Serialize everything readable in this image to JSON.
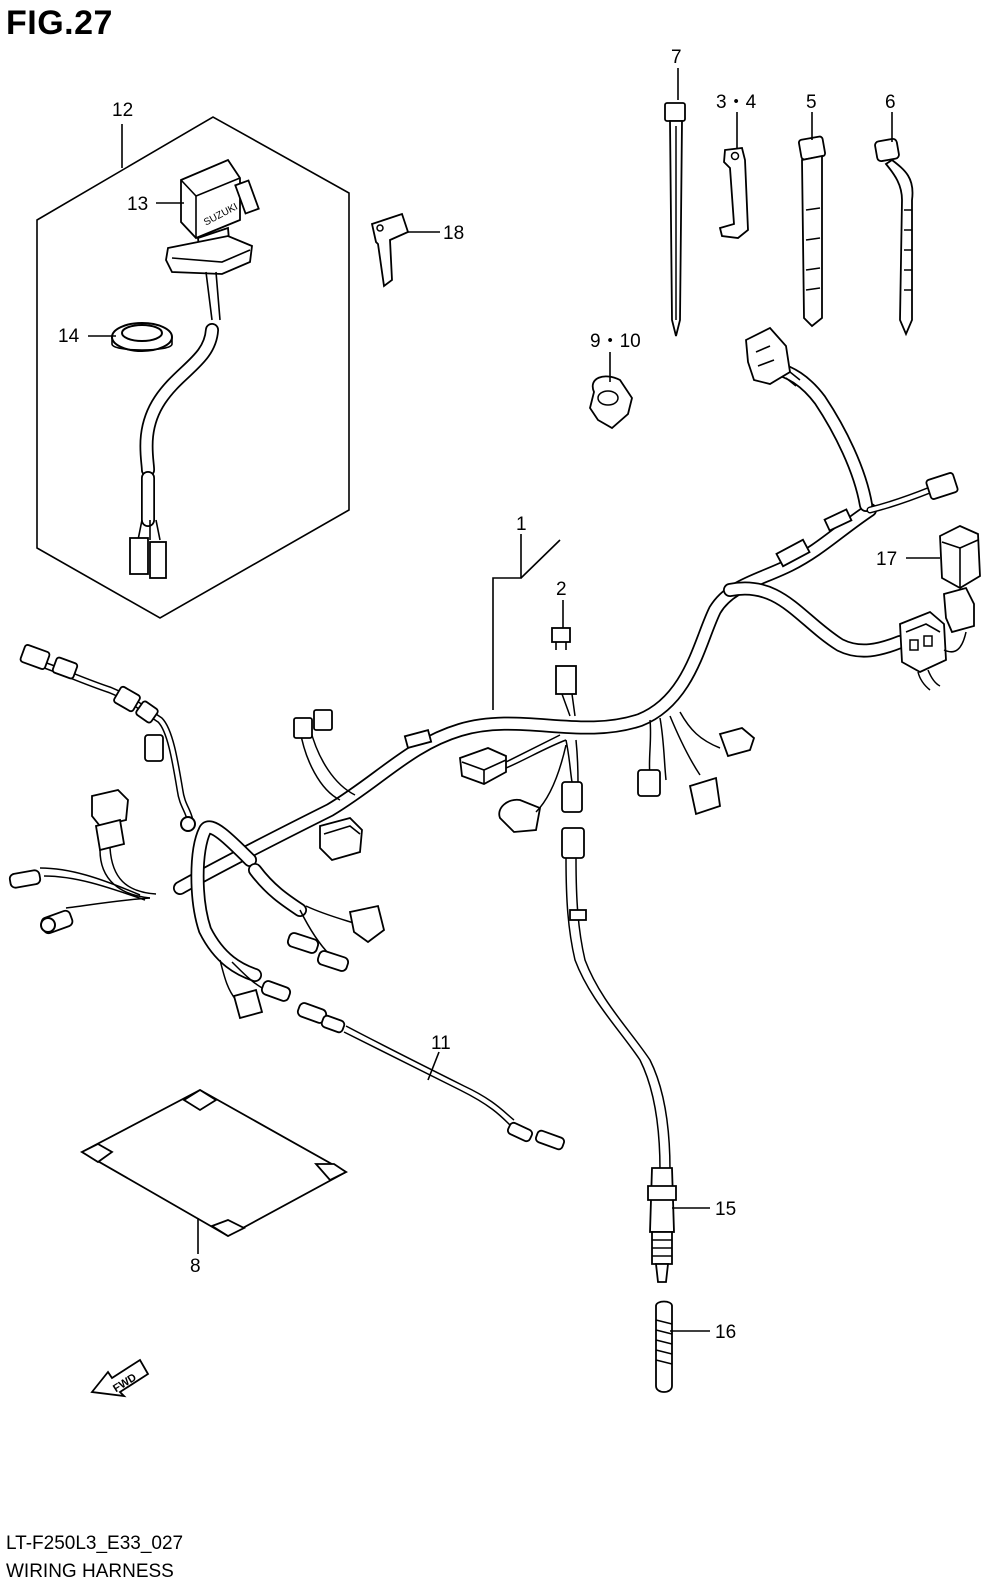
{
  "figure_title": "FIG.27",
  "diagram_code": "LT-F250L3_E33_027",
  "diagram_name": "WIRING HARNESS",
  "direction_label": "FWD",
  "brand_on_switch": "SUZUKI",
  "callouts": {
    "c1": "1",
    "c2": "2",
    "c3_4": "3・4",
    "c5": "5",
    "c6": "6",
    "c7": "7",
    "c8": "8",
    "c9_10": "9・10",
    "c11": "11",
    "c12": "12",
    "c13": "13",
    "c14": "14",
    "c15": "15",
    "c16": "16",
    "c17": "17",
    "c18": "18"
  }
}
